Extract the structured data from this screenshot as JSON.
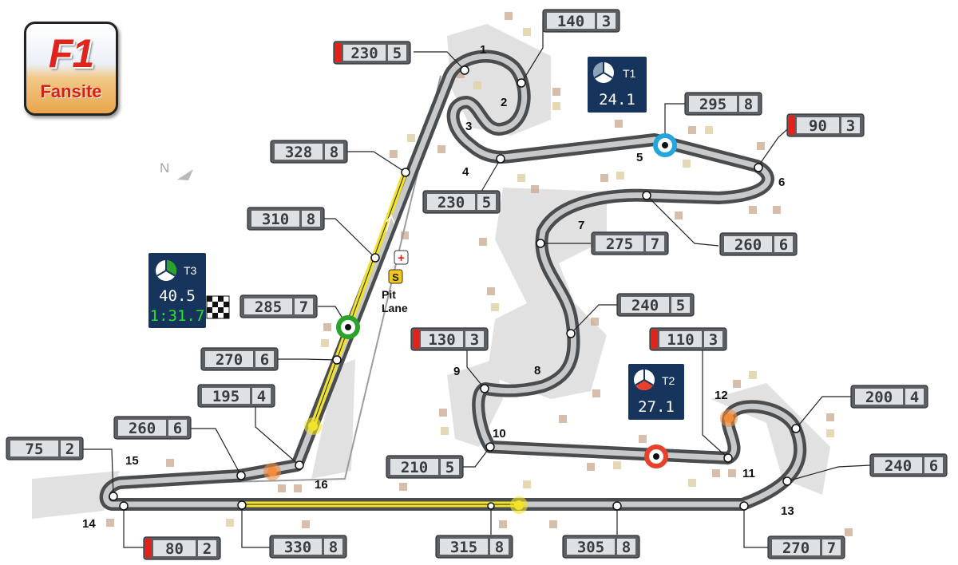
{
  "logo": {
    "line1": "F1",
    "line2": "Fansite"
  },
  "north_label": "N",
  "pit_lane_label": [
    "Pit",
    "Lane"
  ],
  "pit_icons": {
    "medical": "+",
    "safety": "S"
  },
  "turns": [
    "1",
    "2",
    "3",
    "4",
    "5",
    "6",
    "7",
    "8",
    "9",
    "10",
    "11",
    "12",
    "13",
    "14",
    "15",
    "16"
  ],
  "speed_gauges": [
    {
      "id": "g1",
      "speed": "230",
      "gear": "5",
      "braking": true
    },
    {
      "id": "g2",
      "speed": "140",
      "gear": "3",
      "braking": false
    },
    {
      "id": "g3",
      "speed": "295",
      "gear": "8",
      "braking": false
    },
    {
      "id": "g4",
      "speed": "90",
      "gear": "3",
      "braking": true
    },
    {
      "id": "g5",
      "speed": "328",
      "gear": "8",
      "braking": false
    },
    {
      "id": "g6",
      "speed": "230",
      "gear": "5",
      "braking": false
    },
    {
      "id": "g7",
      "speed": "310",
      "gear": "8",
      "braking": false
    },
    {
      "id": "g8",
      "speed": "275",
      "gear": "7",
      "braking": false
    },
    {
      "id": "g9",
      "speed": "260",
      "gear": "6",
      "braking": false
    },
    {
      "id": "g10",
      "speed": "285",
      "gear": "7",
      "braking": false
    },
    {
      "id": "g11",
      "speed": "240",
      "gear": "5",
      "braking": false
    },
    {
      "id": "g12",
      "speed": "130",
      "gear": "3",
      "braking": true
    },
    {
      "id": "g13",
      "speed": "110",
      "gear": "3",
      "braking": true
    },
    {
      "id": "g14",
      "speed": "270",
      "gear": "6",
      "braking": false
    },
    {
      "id": "g15",
      "speed": "195",
      "gear": "4",
      "braking": false
    },
    {
      "id": "g16",
      "speed": "260",
      "gear": "6",
      "braking": false
    },
    {
      "id": "g17",
      "speed": "200",
      "gear": "4",
      "braking": false
    },
    {
      "id": "g18",
      "speed": "75",
      "gear": "2",
      "braking": false
    },
    {
      "id": "g19",
      "speed": "210",
      "gear": "5",
      "braking": false
    },
    {
      "id": "g20",
      "speed": "240",
      "gear": "6",
      "braking": false
    },
    {
      "id": "g21",
      "speed": "80",
      "gear": "2",
      "braking": true
    },
    {
      "id": "g22",
      "speed": "330",
      "gear": "8",
      "braking": false
    },
    {
      "id": "g23",
      "speed": "315",
      "gear": "8",
      "braking": false
    },
    {
      "id": "g24",
      "speed": "305",
      "gear": "8",
      "braking": false
    },
    {
      "id": "g25",
      "speed": "270",
      "gear": "7",
      "braking": false
    }
  ],
  "sectors": {
    "t1": {
      "label": "T1",
      "time": "24.1"
    },
    "t2": {
      "label": "T2",
      "time": "27.1"
    },
    "t3": {
      "label": "T3",
      "time": "40.5",
      "lap": "1:31.7"
    }
  },
  "colors": {
    "sector1": "#22a6dd",
    "sector2": "#e8402a",
    "sector3": "#2aa32a",
    "drs": "#f2e32a",
    "brake_marker": "#f28b3a",
    "track": "#4a4d50"
  }
}
